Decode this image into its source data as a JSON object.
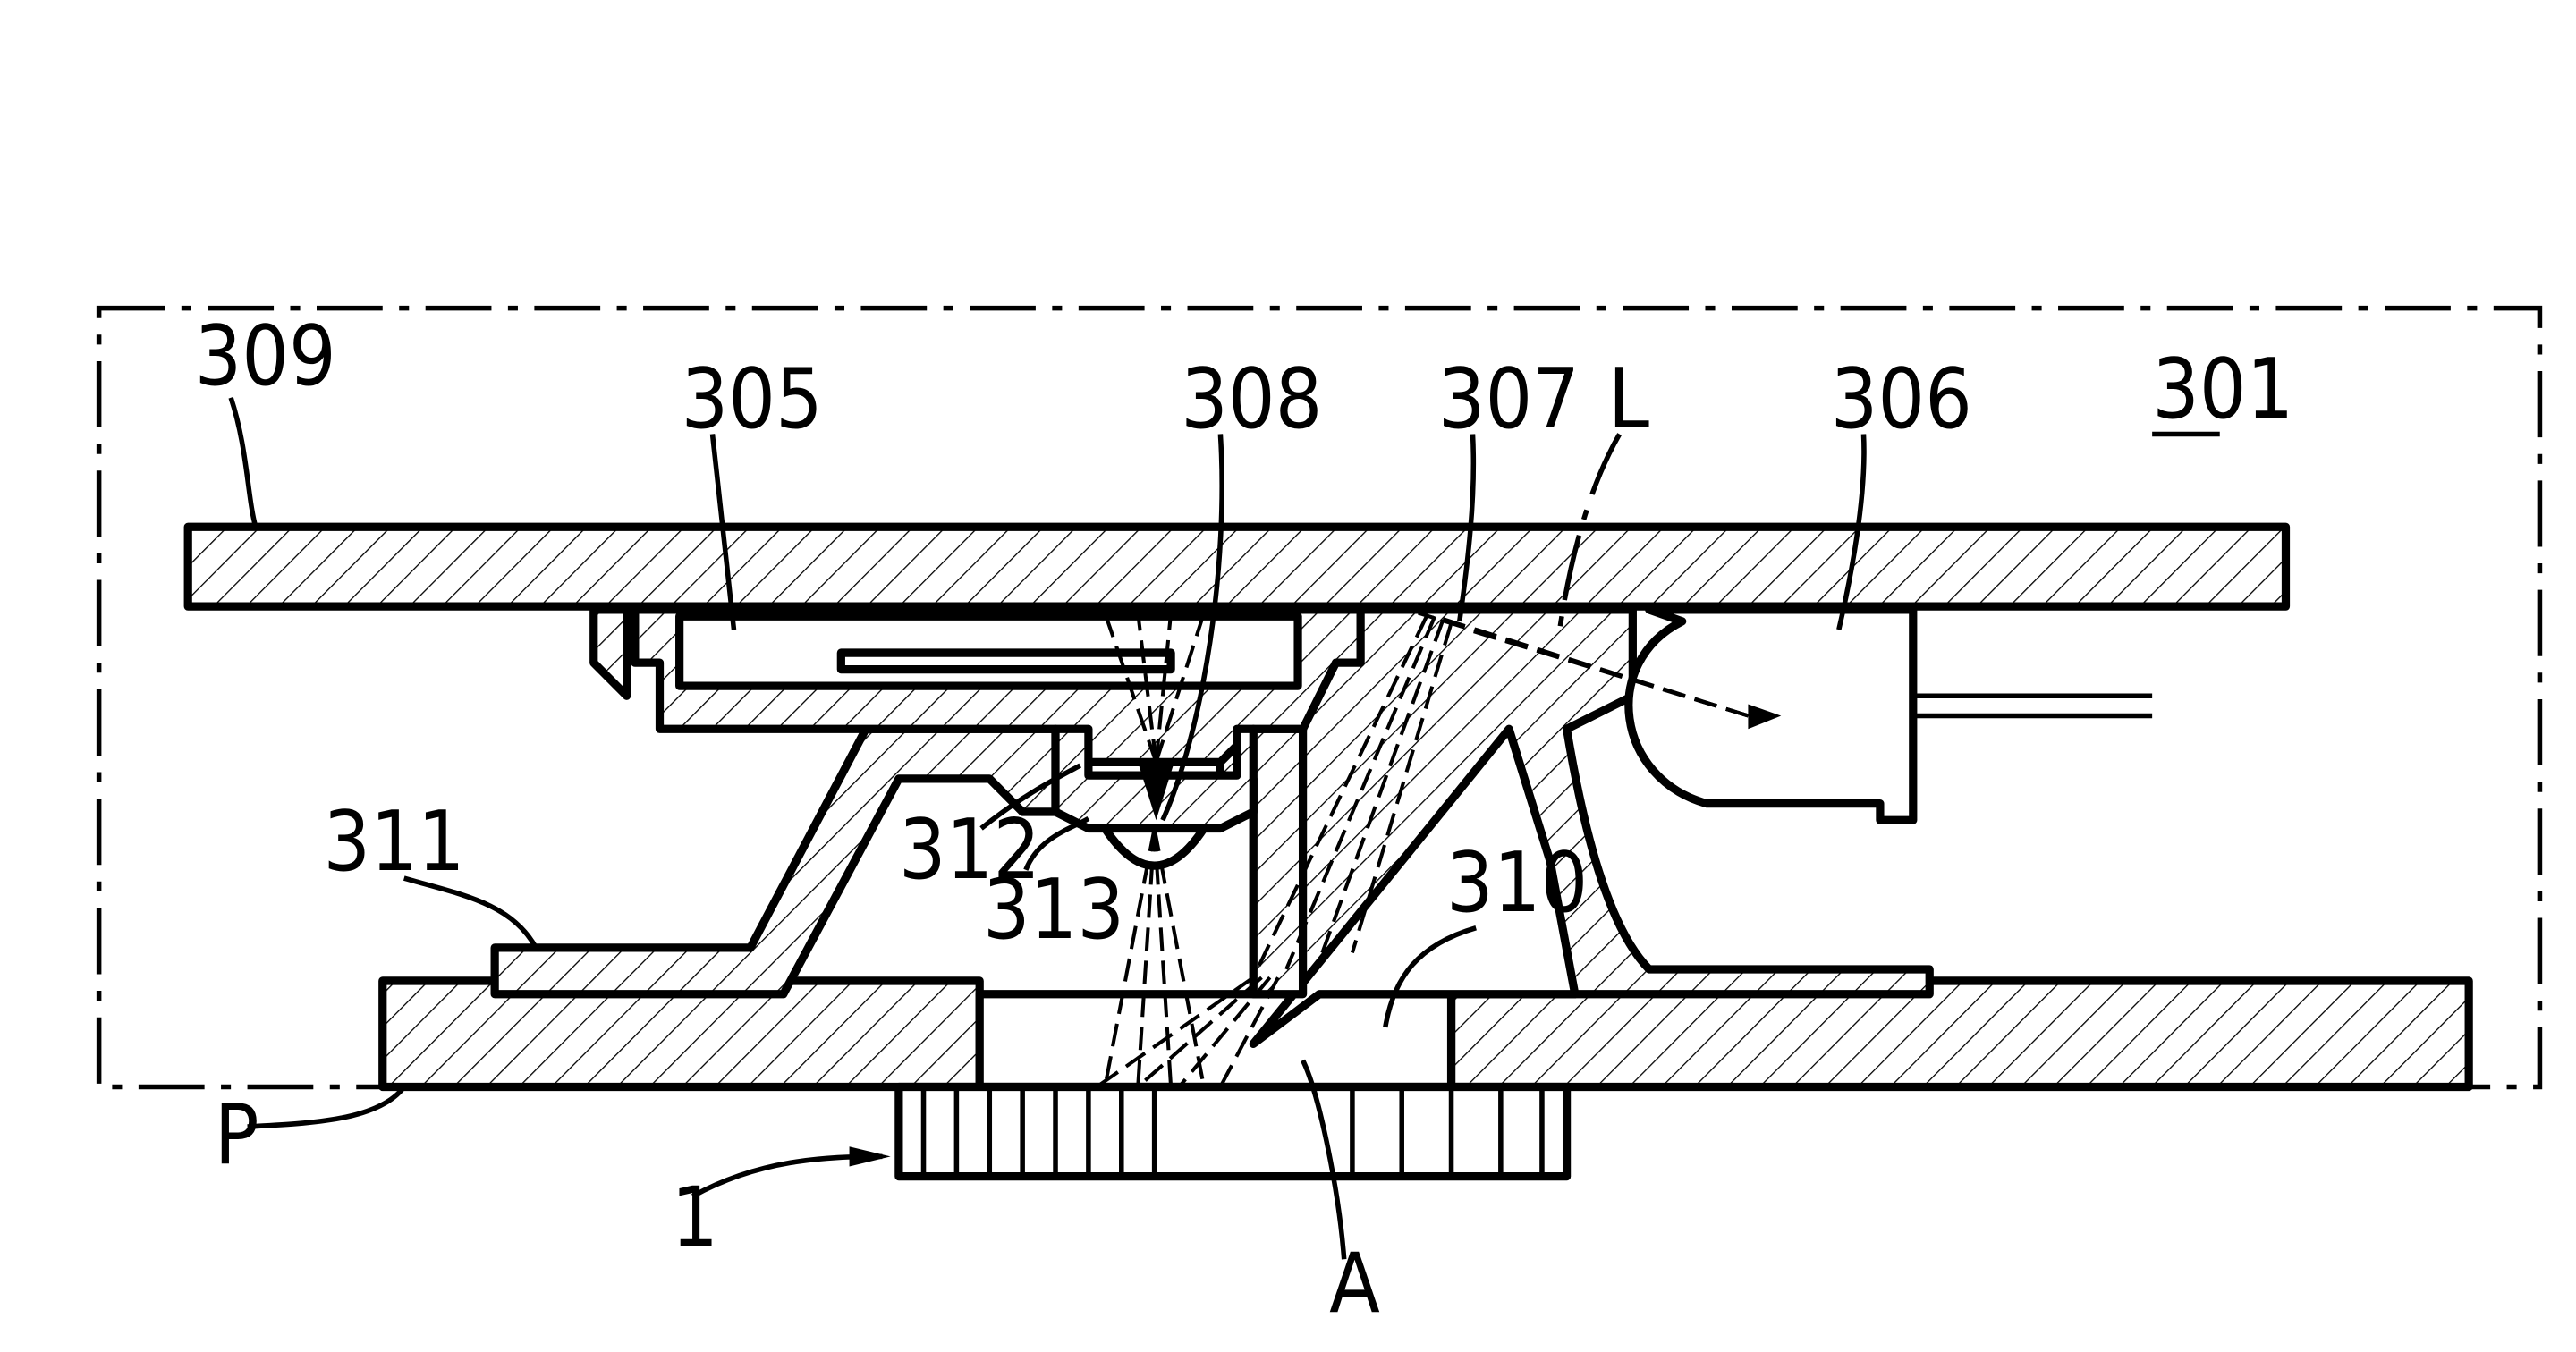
{
  "figure": {
    "labels": {
      "l309": "309",
      "l305": "305",
      "l308": "308",
      "l307": "307",
      "lL": "L",
      "l306": "306",
      "l301": "301",
      "l311": "311",
      "l312": "312",
      "l313": "313",
      "l310": "310",
      "lP": "P",
      "l1": "1",
      "lA": "A"
    }
  }
}
